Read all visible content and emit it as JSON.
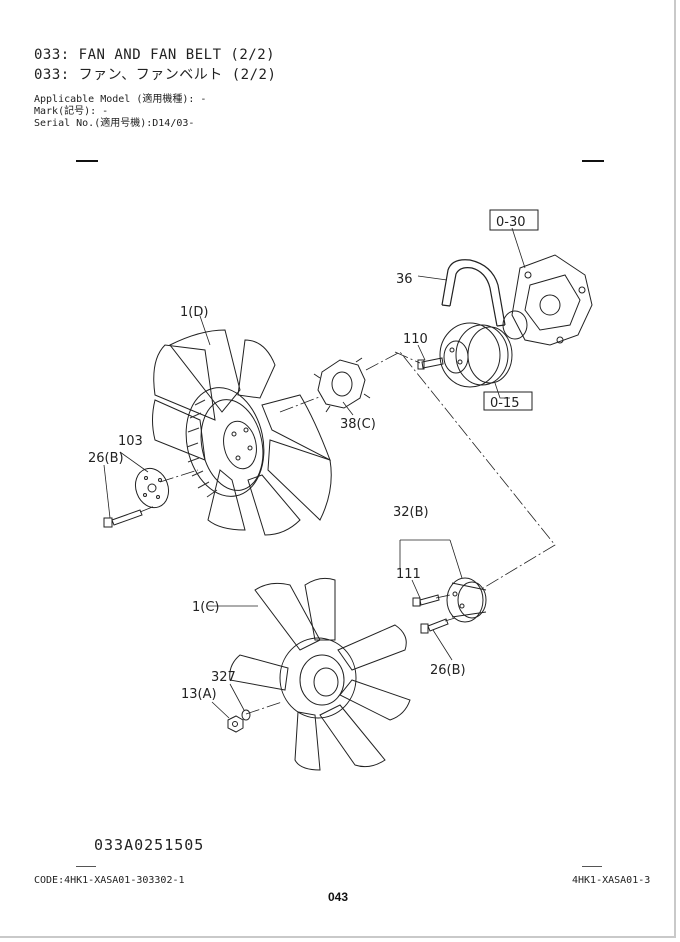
{
  "header": {
    "title_en": "033: FAN AND FAN BELT (2/2)",
    "title_jp": "033: ファン、ファンベルト (2/2)",
    "applicable_model": "Applicable Model (適用機種): -",
    "mark": "Mark(記号): -",
    "serial_no": "Serial No.(適用号機):D14/03-"
  },
  "callouts": {
    "ref_030": "0-30",
    "ref_015": "0-15",
    "p36": "36",
    "p110": "110",
    "p1d": "1(D)",
    "p38c": "38(C)",
    "p103": "103",
    "p26b_top": "26(B)",
    "p32b": "32(B)",
    "p111": "111",
    "p1c": "1(C)",
    "p26b_bottom": "26(B)",
    "p327": "327",
    "p13a": "13(A)"
  },
  "illustration_id": "033A0251505",
  "footer": {
    "code_left": "CODE:4HK1-XASA01-303302-1",
    "code_right": "4HK1-XASA01-3",
    "page_number": "043"
  }
}
